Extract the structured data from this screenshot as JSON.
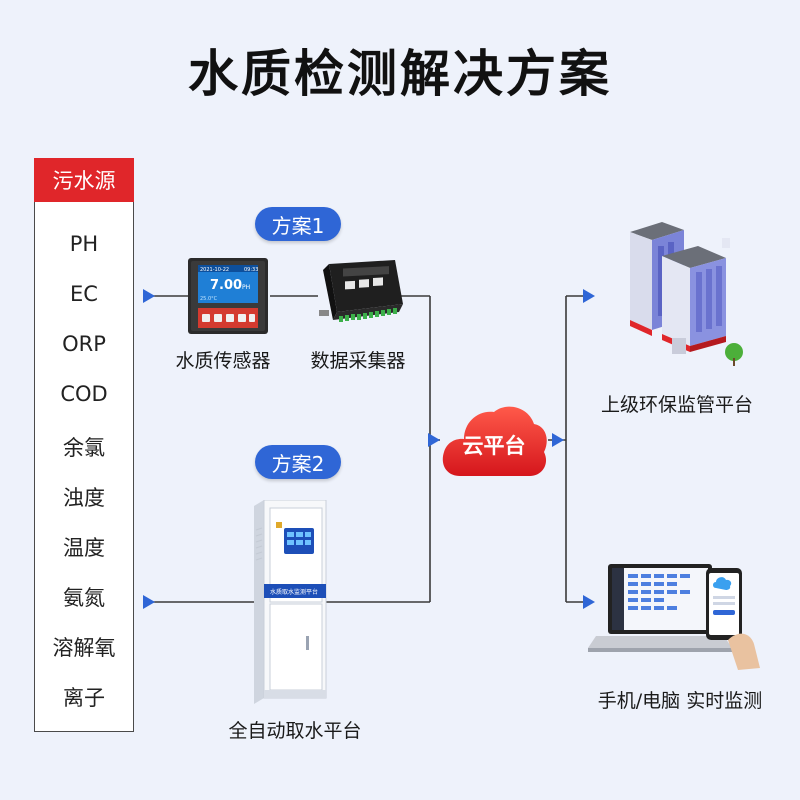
{
  "title": "水质检测解决方案",
  "source": {
    "header": "污水源",
    "items": [
      "PH",
      "EC",
      "ORP",
      "COD",
      "余氯",
      "浊度",
      "温度",
      "氨氮",
      "溶解氧",
      "离子"
    ]
  },
  "scheme1": {
    "badge": "方案1",
    "sensor_label": "水质传感器",
    "collector_label": "数据采集器",
    "sensor_screen": {
      "date": "2021-10-22",
      "time": "09:33",
      "value": "7.00",
      "unit": "PH",
      "temp": "25.0°C"
    }
  },
  "scheme2": {
    "badge": "方案2",
    "cabinet_label": "全自动取水平台",
    "cabinet_sign": "水质取水监测平台"
  },
  "cloud": {
    "label": "云平台"
  },
  "targets": {
    "gov_label": "上级环保监管平台",
    "device_label": "手机/电脑 实时监测"
  },
  "colors": {
    "accent_blue": "#2f66d6",
    "accent_red": "#e0262a",
    "line": "#3a3a3a"
  }
}
